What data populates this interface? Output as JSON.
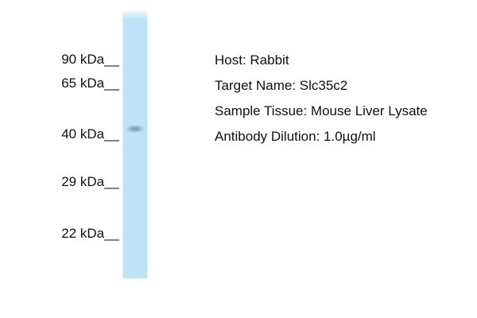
{
  "figure": {
    "kind": "western-blot",
    "mw_markers": [
      {
        "label": "90 kDa__"
      },
      {
        "label": "65 kDa__"
      },
      {
        "label": "40 kDa__"
      },
      {
        "label": "29 kDa__"
      },
      {
        "label": "22 kDa__"
      }
    ],
    "band": {
      "approx_kda": "40"
    },
    "info": {
      "host_line": "Host: Rabbit",
      "target_line": "Target Name: Slc35c2",
      "tissue_line": "Sample Tissue: Mouse Liver Lysate",
      "dilution_line": "Antibody Dilution: 1.0µg/ml"
    },
    "colors": {
      "lane": "#bee3f6",
      "band": "#6f8a97",
      "text": "#111111",
      "background": "#ffffff"
    }
  }
}
